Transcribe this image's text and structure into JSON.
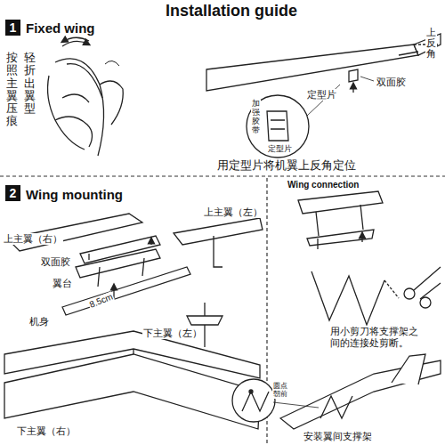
{
  "diagram": {
    "title": "Installation guide",
    "nodes": [
      {
        "text": [
          "1"
        ]
      },
      {
        "text": [
          "2"
        ]
      }
    ],
    "labels": [
      "Fixed wing",
      "按照主翼压痕",
      "轻折出翼型",
      "上反角",
      "双面胶",
      "定型片",
      "加强胶带",
      "定型片",
      "用定型片将机翼上反角定位",
      "Wing mounting",
      "上主翼（右）",
      "上主翼（左）",
      "双面胶",
      "翼台",
      "8.5cm",
      "机身",
      "下主翼（左）",
      "下主翼（右）",
      "Wing connection",
      "用小剪刀将支撑架之间的连接处剪断。",
      "圆点朝前",
      "安装翼间支撑架"
    ]
  }
}
